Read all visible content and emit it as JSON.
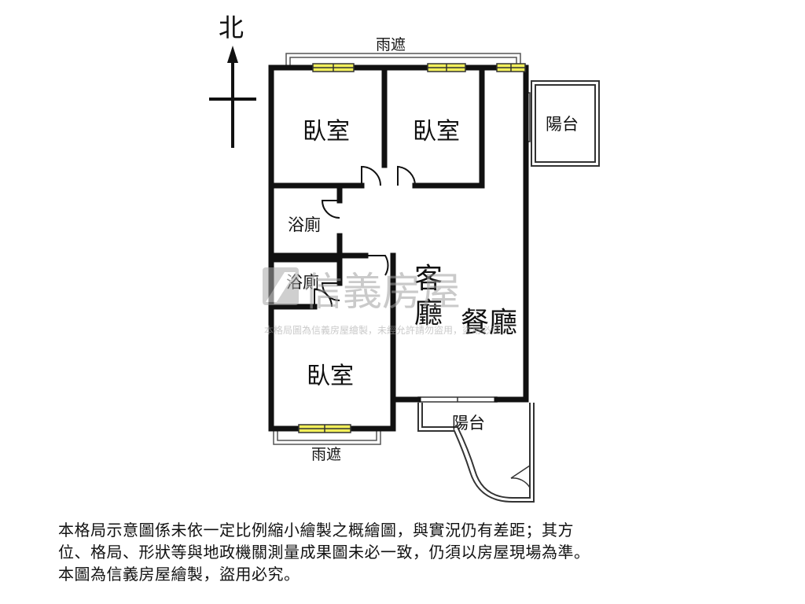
{
  "compass": {
    "north_label": "北"
  },
  "rooms": {
    "bedroom_1": "臥室",
    "bedroom_2": "臥室",
    "bedroom_3": "臥室",
    "bathroom_1": "浴廁",
    "bathroom_2": "浴廁",
    "living_room_line1": "客",
    "living_room_line2": "廳",
    "dining_room": "餐廳",
    "balcony_east": "陽台",
    "balcony_south": "陽台",
    "awning_north": "雨遮",
    "awning_south": "雨遮"
  },
  "watermark": {
    "brand": "信義房屋",
    "subtitle": "本格局圖為信義房屋繪製，未經允許請勿盜用，盜用必究"
  },
  "disclaimer": {
    "line1": "本格局示意圖係未依一定比例縮小繪製之概繪圖，與實況仍有差距；其方",
    "line2": "位、格局、形狀等與地政機關測量成果圖未必一致，仍須以房屋現場為準。",
    "line3": "本圖為信義房屋繪製，盜用必究。"
  },
  "colors": {
    "wall": "#111111",
    "window_fill": "#f2ef5a",
    "watermark": "#c8c8c8"
  }
}
